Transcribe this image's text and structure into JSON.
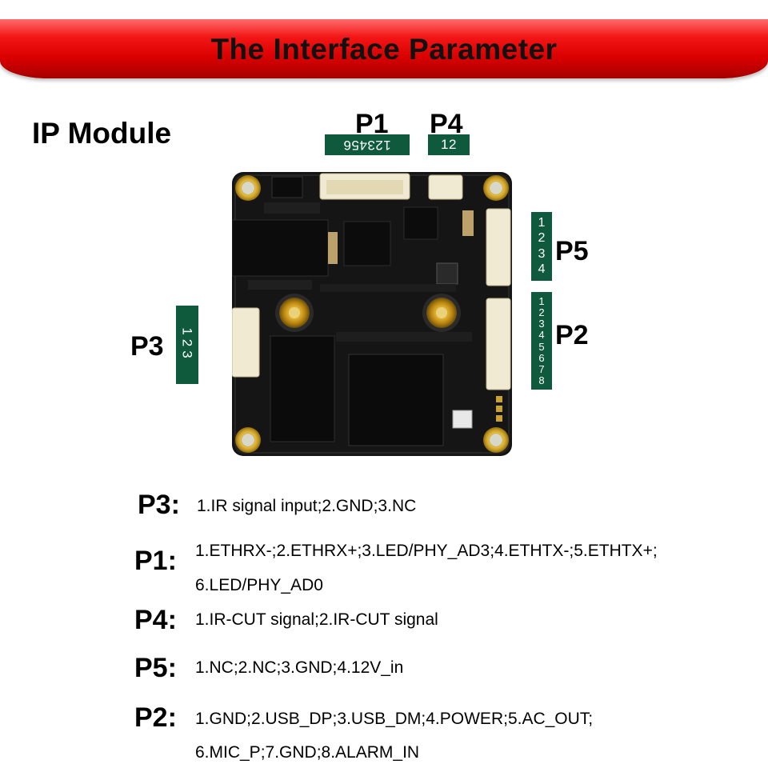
{
  "header": {
    "title": "The Interface Parameter"
  },
  "module": {
    "title": "IP Module"
  },
  "connectors": {
    "p1": {
      "label": "P1",
      "pins": "123456"
    },
    "p4": {
      "label": "P4",
      "pins": "12"
    },
    "p5": {
      "label": "P5",
      "pins": [
        "1",
        "2",
        "3",
        "4"
      ]
    },
    "p2": {
      "label": "P2",
      "pins": [
        "1",
        "2",
        "3",
        "4",
        "5",
        "6",
        "7",
        "8"
      ]
    },
    "p3": {
      "label": "P3",
      "pins": "123"
    }
  },
  "descriptions": [
    {
      "label": "P3:",
      "lines": [
        "1.IR signal input;2.GND;3.NC"
      ]
    },
    {
      "label": "P1:",
      "lines": [
        "1.ETHRX-;2.ETHRX+;3.LED/PHY_AD3;4.ETHTX-;5.ETHTX+;",
        "6.LED/PHY_AD0"
      ]
    },
    {
      "label": "P4:",
      "lines": [
        "1.IR-CUT signal;2.IR-CUT signal"
      ]
    },
    {
      "label": "P5:",
      "lines": [
        "1.NC;2.NC;3.GND;4.12V_in"
      ]
    },
    {
      "label": "P2:",
      "lines": [
        "1.GND;2.USB_DP;3.USB_DM;4.POWER;5.AC_OUT;",
        "6.MIC_P;7.GND;8.ALARM_IN"
      ]
    }
  ],
  "colors": {
    "banner": "#e00000",
    "pin_box": "#0f5a3c",
    "pcb": "#141414"
  }
}
